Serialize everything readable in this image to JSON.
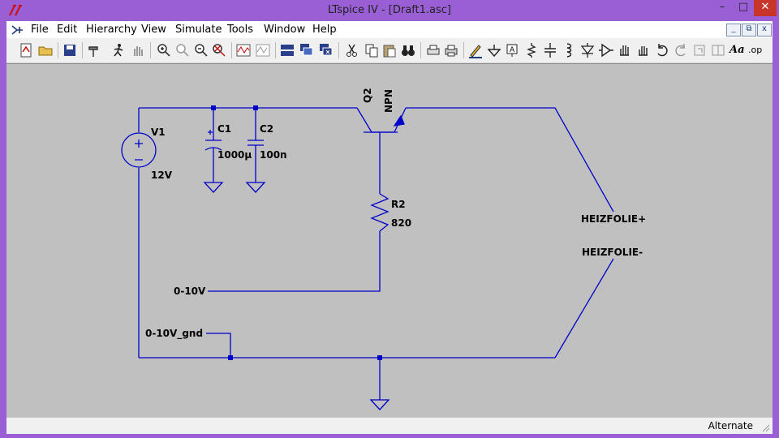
{
  "window": {
    "title": "LTspice IV - [Draft1.asc]",
    "controls": {
      "minimize": "–",
      "maximize": "□",
      "close": "✕"
    }
  },
  "menu": {
    "items": [
      "File",
      "Edit",
      "Hierarchy",
      "View",
      "Simulate",
      "Tools",
      "Window",
      "Help"
    ],
    "mdi": {
      "minimize": "_",
      "restore": "⧉",
      "close": "x"
    }
  },
  "toolbar": {
    "op_label": ".op",
    "text_label": "Aa"
  },
  "schematic": {
    "components": {
      "v1": {
        "name": "V1",
        "value": "12V"
      },
      "c1": {
        "name": "C1",
        "value": "1000µ"
      },
      "c2": {
        "name": "C2",
        "value": "100n"
      },
      "q2": {
        "name": "Q2",
        "value": "NPN"
      },
      "r2": {
        "name": "R2",
        "value": "820"
      }
    },
    "net_labels": {
      "ctrl": "0-10V",
      "ctrl_gnd": "0-10V_gnd",
      "heiz_plus": "HEIZFOLIE+",
      "heiz_minus": "HEIZFOLIE-"
    },
    "wire_color": "#0000c8"
  },
  "status": {
    "text": "Alternate"
  }
}
